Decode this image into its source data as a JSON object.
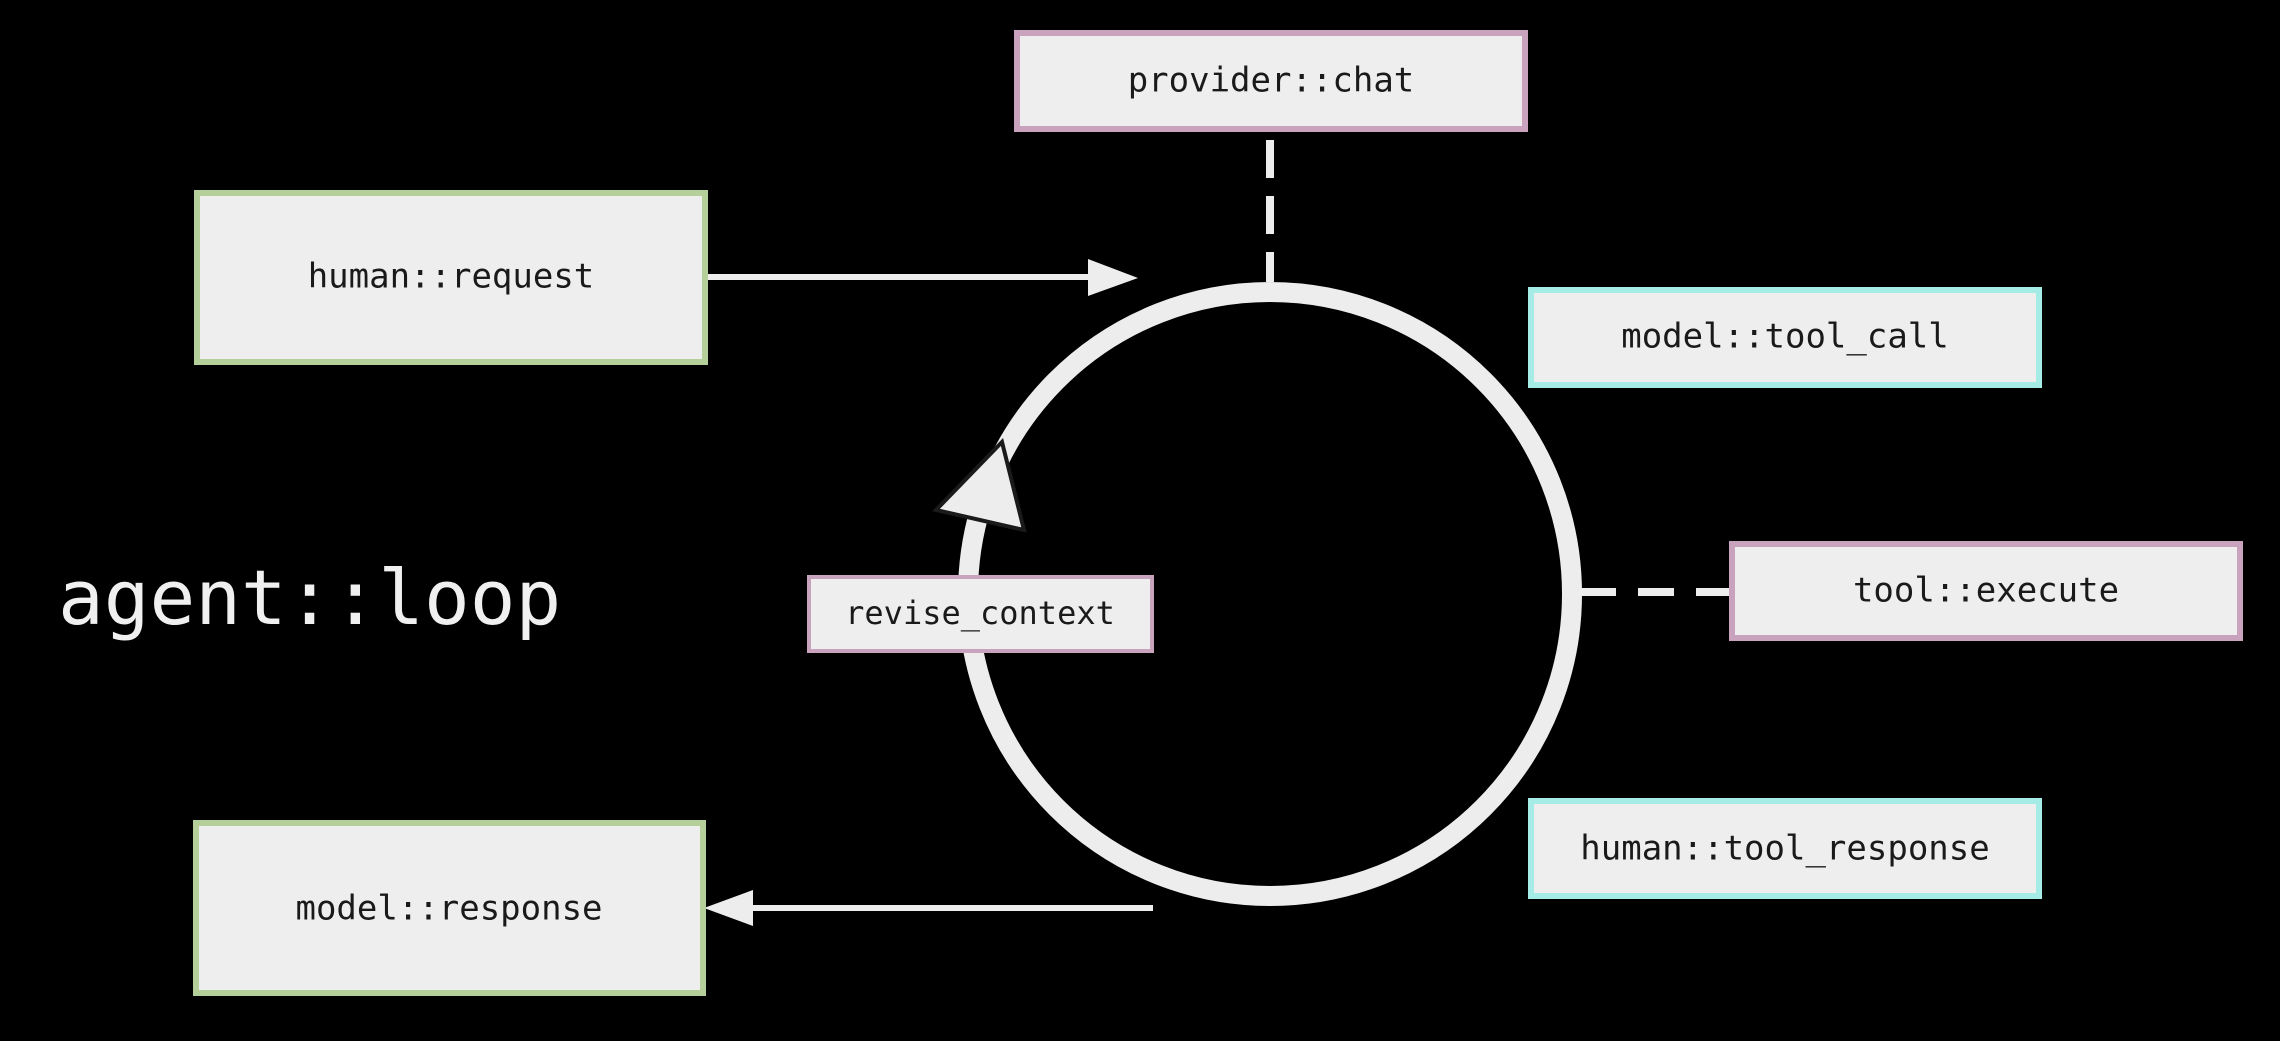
{
  "title": "agent::loop",
  "colors": {
    "background": "#000000",
    "foreground": "#ededed",
    "node_fill": "#eeeeee",
    "text": "#1a1a1a",
    "human_border": "#b5cf9a",
    "provider_border": "#c9a2bd",
    "model_border": "#a5ece7"
  },
  "nodes": {
    "provider_chat": "provider::chat",
    "human_request": "human::request",
    "model_tool_call": "model::tool_call",
    "tool_execute": "tool::execute",
    "revise_context": "revise_context",
    "human_tool_response": "human::tool_response",
    "model_response": "model::response"
  },
  "edges": [
    {
      "from": "human::request",
      "to": "agent::loop",
      "style": "solid-arrow"
    },
    {
      "from": "agent::loop",
      "to": "model::response",
      "style": "solid-arrow"
    },
    {
      "from": "provider::chat",
      "to": "agent::loop",
      "style": "dashed"
    },
    {
      "from": "tool::execute",
      "to": "agent::loop",
      "style": "dashed"
    }
  ]
}
